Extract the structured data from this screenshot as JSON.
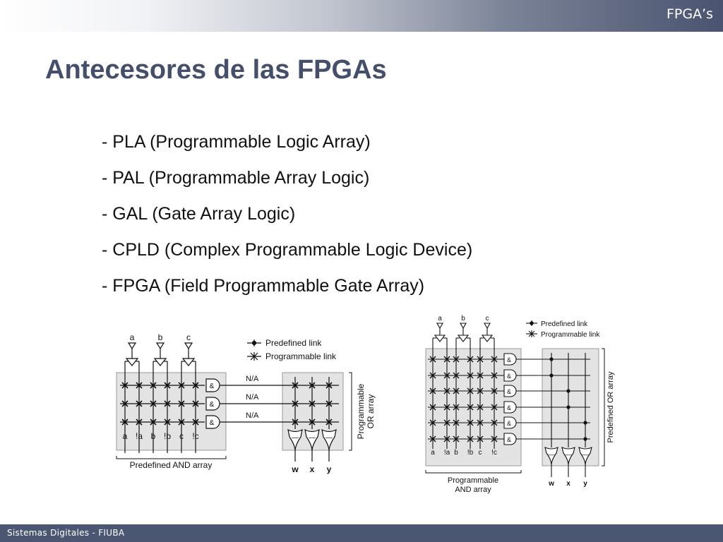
{
  "header": {
    "label": "FPGA’s"
  },
  "title": "Antecesores de las FPGAs",
  "bullets": [
    "- PLA (Programmable Logic Array)",
    "- PAL (Programmable Array Logic)",
    "- GAL (Gate Array Logic)",
    "- CPLD (Complex Programmable Logic Device)",
    "- FPGA (Field Programmable Gate Array)"
  ],
  "diagram_left": {
    "inputs": [
      "a",
      "b",
      "c"
    ],
    "legend": [
      "Predefined link",
      "Programmable link"
    ],
    "na_labels": [
      "N/A",
      "N/A",
      "N/A"
    ],
    "gate_symbol": "&",
    "or_symbol": "—",
    "columns": [
      "a",
      "!a",
      "b",
      "!b",
      "c",
      "!c"
    ],
    "and_array_label": "Predefined AND array",
    "or_array_label": [
      "Programmable",
      "OR array"
    ],
    "outputs": [
      "w",
      "x",
      "y"
    ]
  },
  "diagram_right": {
    "inputs": [
      "a",
      "b",
      "c"
    ],
    "legend": [
      "Predefined link",
      "Programmable link"
    ],
    "gate_symbol": "&",
    "or_symbol": "—",
    "columns": [
      "a",
      "!a",
      "b",
      "!b",
      "c",
      "!c"
    ],
    "and_array_label": [
      "Programmable",
      "AND array"
    ],
    "or_array_label": "Predefined OR array",
    "outputs": [
      "w",
      "x",
      "y"
    ]
  },
  "footer": {
    "label": "Sistemas Digitales - FIUBA"
  }
}
